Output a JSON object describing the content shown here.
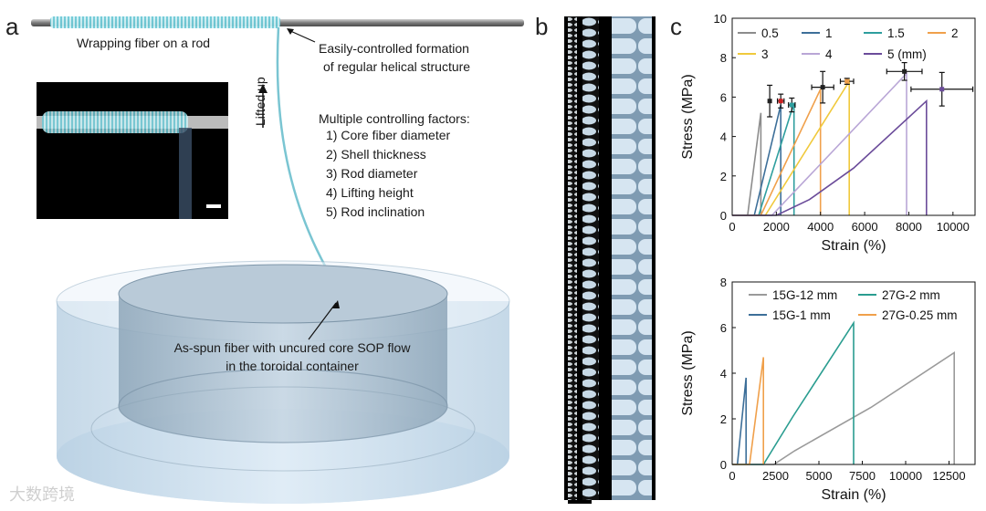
{
  "panels": {
    "a": "a",
    "b": "b",
    "c": "c"
  },
  "panel_a": {
    "rod_label": "Wrapping fiber on a rod",
    "formation_line1": "Easily-controlled formation",
    "formation_line2": "of regular helical structure",
    "lifted_label": "Lifted up",
    "factors_title": "Multiple controlling factors:",
    "factors": [
      "1) Core fiber diameter",
      "2) Shell thickness",
      "3) Rod diameter",
      "4) Lifting height",
      "5) Rod inclination"
    ],
    "asspun_line1": "As-spun fiber with uncured core SOP flow",
    "asspun_line2": "in the toroidal container"
  },
  "watermark": "大数跨境",
  "colors": {
    "s05": "#8c8c8c",
    "s1": "#3d6f99",
    "s15": "#2e9e9e",
    "s2": "#f0a04b",
    "s3": "#f0c93c",
    "s4": "#b9a6d6",
    "s5": "#6b4c9a",
    "b15g12": "#9a9a9a",
    "b27g2": "#2a9d90",
    "b15g1": "#3d6f99",
    "b27g025": "#f0a04b",
    "marker_black": "#222222",
    "marker_red": "#cc2222",
    "marker_teal": "#2e9e9e",
    "marker_orange": "#f0a04b",
    "marker_purple": "#6b4c9a"
  },
  "chart_data": [
    {
      "type": "line",
      "xlabel": "Strain (%)",
      "ylabel": "Stress (MPa)",
      "xlim": [
        0,
        11000
      ],
      "ylim": [
        0,
        10
      ],
      "xticks": [
        0,
        2000,
        4000,
        6000,
        8000,
        10000
      ],
      "yticks": [
        0,
        2,
        4,
        6,
        8,
        10
      ],
      "legend_position": "top",
      "series": [
        {
          "name": "0.5",
          "color_key": "s05",
          "points": [
            [
              0,
              0
            ],
            [
              700,
              0
            ],
            [
              1300,
              5.2
            ],
            [
              1300,
              0
            ]
          ]
        },
        {
          "name": "1",
          "color_key": "s1",
          "points": [
            [
              0,
              0
            ],
            [
              1000,
              0
            ],
            [
              2200,
              5.6
            ],
            [
              2200,
              0
            ]
          ]
        },
        {
          "name": "1.5",
          "color_key": "s15",
          "points": [
            [
              0,
              0
            ],
            [
              1200,
              0
            ],
            [
              2800,
              5.7
            ],
            [
              2800,
              0
            ]
          ]
        },
        {
          "name": "2",
          "color_key": "s2",
          "points": [
            [
              0,
              0
            ],
            [
              1300,
              0
            ],
            [
              4000,
              6.4
            ],
            [
              4000,
              0
            ]
          ]
        },
        {
          "name": "3",
          "color_key": "s3",
          "points": [
            [
              0,
              0
            ],
            [
              1500,
              0
            ],
            [
              5300,
              6.8
            ],
            [
              5300,
              0
            ]
          ]
        },
        {
          "name": "4",
          "color_key": "s4",
          "points": [
            [
              0,
              0
            ],
            [
              1800,
              0
            ],
            [
              7900,
              7.2
            ],
            [
              7900,
              0
            ]
          ]
        },
        {
          "name": "5 (mm)",
          "color_key": "s5",
          "points": [
            [
              0,
              0
            ],
            [
              2000,
              0
            ],
            [
              3500,
              0.8
            ],
            [
              5500,
              2.4
            ],
            [
              8800,
              5.8
            ],
            [
              8800,
              0
            ]
          ]
        }
      ],
      "error_markers": [
        {
          "x": 1700,
          "y": 5.8,
          "xerr": 0,
          "yerr": 0.8,
          "color_key": "marker_black"
        },
        {
          "x": 2200,
          "y": 5.8,
          "xerr": 150,
          "yerr": 0.35,
          "color_key": "marker_red"
        },
        {
          "x": 2700,
          "y": 5.6,
          "xerr": 150,
          "yerr": 0.35,
          "color_key": "marker_teal"
        },
        {
          "x": 4100,
          "y": 6.5,
          "xerr": 500,
          "yerr": 0.8,
          "color_key": "marker_black"
        },
        {
          "x": 5200,
          "y": 6.8,
          "xerr": 300,
          "yerr": 0.15,
          "color_key": "marker_orange"
        },
        {
          "x": 7800,
          "y": 7.3,
          "xerr": 800,
          "yerr": 0.45,
          "color_key": "marker_black"
        },
        {
          "x": 9500,
          "y": 6.4,
          "xerr": 1400,
          "yerr": 0.85,
          "color_key": "marker_purple"
        }
      ]
    },
    {
      "type": "line",
      "xlabel": "Strain (%)",
      "ylabel": "Stress (MPa)",
      "xlim": [
        0,
        14000
      ],
      "ylim": [
        0,
        8
      ],
      "xticks": [
        0,
        2500,
        5000,
        7500,
        10000,
        12500
      ],
      "yticks": [
        0,
        2,
        4,
        6,
        8
      ],
      "legend_position": "top",
      "series": [
        {
          "name": "15G-12 mm",
          "color_key": "b15g12",
          "points": [
            [
              0,
              0
            ],
            [
              2400,
              0
            ],
            [
              3600,
              0.6
            ],
            [
              8000,
              2.5
            ],
            [
              12800,
              4.9
            ],
            [
              12800,
              0
            ]
          ]
        },
        {
          "name": "27G-2 mm",
          "color_key": "b27g2",
          "points": [
            [
              0,
              0
            ],
            [
              1800,
              0
            ],
            [
              3500,
              2.1
            ],
            [
              7000,
              6.2
            ],
            [
              7000,
              0
            ]
          ]
        },
        {
          "name": "15G-1 mm",
          "color_key": "b15g1",
          "points": [
            [
              0,
              0
            ],
            [
              300,
              0
            ],
            [
              800,
              3.8
            ],
            [
              800,
              0
            ]
          ]
        },
        {
          "name": "27G-0.25 mm",
          "color_key": "b27g025",
          "points": [
            [
              0,
              0
            ],
            [
              1000,
              0
            ],
            [
              1800,
              4.7
            ],
            [
              1800,
              0
            ]
          ]
        }
      ]
    }
  ]
}
